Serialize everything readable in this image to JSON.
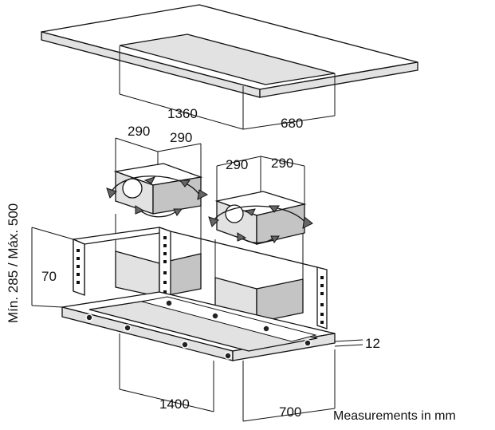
{
  "dimensions": {
    "ceiling_width": "1360",
    "ceiling_depth": "680",
    "duct_left_a": "290",
    "duct_left_b": "290",
    "duct_right_a": "290",
    "duct_right_b": "290",
    "height_range": "Mín. 285 / Máx. 500",
    "bracket_height": "70",
    "hood_thickness": "12",
    "hood_width": "1400",
    "hood_depth": "700"
  },
  "caption": "Measurements in mm"
}
